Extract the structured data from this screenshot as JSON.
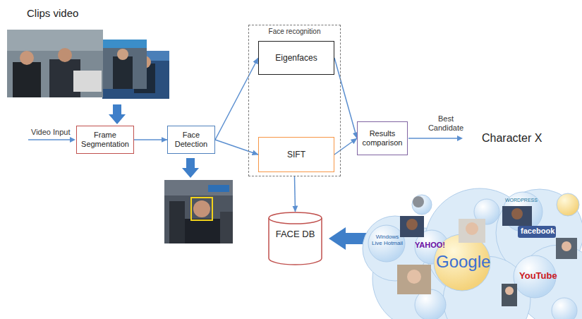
{
  "diagram": {
    "nodes": [
      {
        "text": [
          "Frame Segmentation"
        ]
      },
      {
        "text": [
          "Face Detection"
        ]
      },
      {
        "text": [
          "Face recognition"
        ]
      },
      {
        "text": [
          "Eigenfaces"
        ],
        "in": 2
      },
      {
        "text": [
          "SIFT"
        ],
        "in": 2
      },
      {
        "text": [
          "Results comparison"
        ]
      },
      {
        "text": [
          "FACE DB"
        ]
      }
    ],
    "edges": [
      {
        "from": 0,
        "to": 1,
        "arrow": "to"
      },
      {
        "from": 1,
        "to": 3,
        "arrow": "to"
      },
      {
        "from": 1,
        "to": 4,
        "arrow": "to"
      },
      {
        "from": 3,
        "to": 5,
        "arrow": "to"
      },
      {
        "from": 4,
        "to": 5,
        "arrow": "to"
      },
      {
        "from": 2,
        "to": 6,
        "arrow": "to"
      }
    ],
    "labels": [
      "Clips video",
      "Video Input",
      "Best Candidate",
      "Character X",
      "Windows Live Hotmail",
      "YAHOO!",
      "Google",
      "WORDPRESS",
      "facebook",
      "YouTube"
    ]
  }
}
